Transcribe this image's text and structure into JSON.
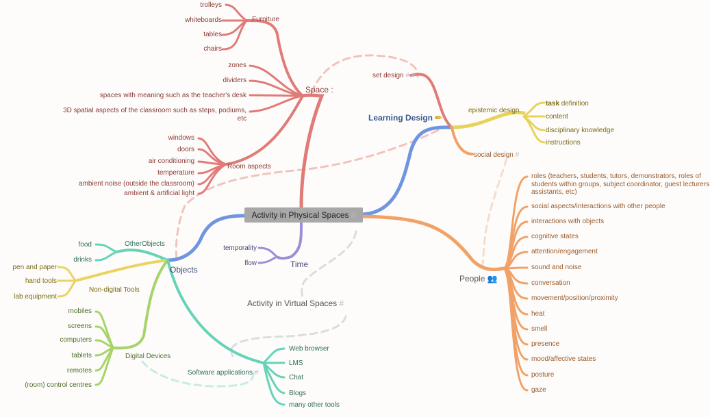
{
  "root": {
    "label": "Activity in Physical Spaces",
    "hash": "#"
  },
  "virtual": {
    "label": "Activity in Virtual Spaces",
    "hash": "#"
  },
  "space": {
    "label": "Space :",
    "furniture": {
      "label": "Furniture",
      "items": [
        "trolleys",
        "whiteboards",
        "tables",
        "chairs"
      ]
    },
    "items": [
      "zones",
      "dividers",
      "spaces with meaning such as the teacher's desk",
      "3D spatial aspects of the classroom such as steps, podiums,",
      "etc"
    ],
    "room": {
      "label": "Room aspects",
      "items": [
        "windows",
        "doors",
        "air conditioning",
        "temperature",
        "ambient noise (outside the classroom)",
        "ambient & artificial light"
      ]
    }
  },
  "learning": {
    "label": "Learning Design",
    "icon": "pencil-icon",
    "set": {
      "label": "set design",
      "hash": "# #"
    },
    "epistemic": {
      "label": "epistemic design",
      "items": [
        {
          "bold": "task",
          "rest": " definition"
        },
        {
          "bold": "",
          "rest": "content"
        },
        {
          "bold": "",
          "rest": "disciplinary knowledge"
        },
        {
          "bold": "",
          "rest": "instructions"
        }
      ]
    },
    "social": {
      "label": "social design",
      "hash": "#"
    }
  },
  "people": {
    "label": "People",
    "icon": "people-icon",
    "items": [
      "roles (teachers, students, tutors, demonstrators, roles of",
      "students within groups, subject coordinator, guest lecturers,",
      "assistants, etc)",
      "social aspects/interactions with other people",
      "interactions with objects",
      "cognitive states",
      "attention/engagement",
      "sound and noise",
      "conversation",
      "movement/position/proximity",
      "heat",
      "smell",
      "presence",
      "mood/affective states",
      "posture",
      "gaze"
    ]
  },
  "time": {
    "label": "Time",
    "items": [
      "temporality",
      "flow"
    ]
  },
  "objects": {
    "label": "Objects",
    "other": {
      "label": "OtherObjects",
      "items": [
        "food",
        "drinks"
      ]
    },
    "nondigital": {
      "label": "Non-digital Tools",
      "items": [
        "pen and paper",
        "hand tools",
        "lab equipment"
      ]
    },
    "digital": {
      "label": "Digital Devices",
      "items": [
        "mobiles",
        "screens",
        "computers",
        "tablets",
        "remotes",
        "(room) control centres"
      ]
    },
    "software": {
      "label": "Software applications",
      "hash": "#",
      "items": [
        "Web browser",
        "LMS",
        "Chat",
        "Blogs",
        "many other tools"
      ]
    }
  },
  "colors": {
    "space": "#e07b78",
    "learning": "#e07b78",
    "epistemic": "#e8d35a",
    "people": "#f0a268",
    "time": "#9a8fd8",
    "objects": "#6f95e0",
    "teal": "#66d3b8",
    "yellow": "#ead361",
    "green": "#a6d36a",
    "link": "#f2c3bd",
    "virtual": "#d8d8d8"
  }
}
